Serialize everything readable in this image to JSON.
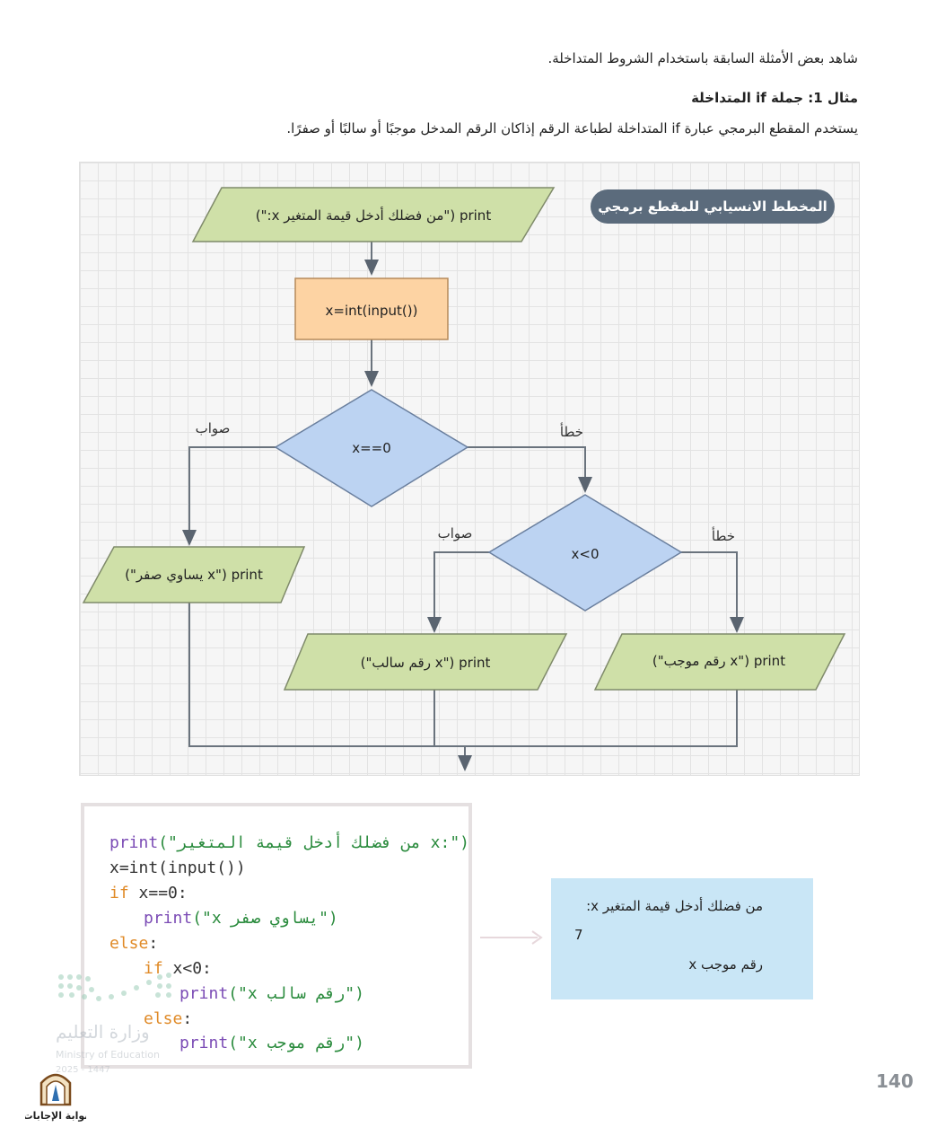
{
  "intro": "شاهد بعض الأمثلة السابقة باستخدام الشروط المتداخلة.",
  "example": {
    "title": "مثال 1: جملة if المتداخلة",
    "description": "يستخدم المقطع البرمجي عبارة if المتداخلة لطباعة الرقم إذاكان الرقم المدخل موجبًا أو سالبًا أو صفرًا."
  },
  "flowchart": {
    "badge": "المخطط الانسيابي للمقطع برمجي",
    "input_prompt": "print (\"من فضلك أدخل قيمة المتغير x:\")",
    "process": "x=int(input())",
    "cond1": "x==0",
    "cond2": "x<0",
    "true_label": "صواب",
    "false_label": "خطأ",
    "out_zero": "print (\"x يساوي صفر\")",
    "out_negative": "print (\"x رقم سالب\")",
    "out_positive": "print (\"x رقم موجب\")",
    "colors": {
      "parallelogram": "#cfe0a8",
      "process": "#fdd3a3",
      "decision": "#bcd3f2",
      "badge": "#5b6b7c"
    }
  },
  "code": {
    "l1_fn": "print",
    "l1_str": "(\"من فضلك أدخل قيمة المتغير x:\")",
    "l2": "x=int(input())",
    "l3_kw": "if",
    "l3_rest": " x==0:",
    "l4_fn": "print",
    "l4_str": "(\"x يساوي صفر\")",
    "l5_kw": "else",
    "l5_rest": ":",
    "l6_kw": "if",
    "l6_rest": " x<0:",
    "l7_fn": "print",
    "l7_str": "(\"x رقم سالب\")",
    "l8_kw": "else",
    "l8_rest": ":",
    "l9_fn": "print",
    "l9_str": "(\"x رقم موجب\")"
  },
  "output": {
    "line1": "من فضلك أدخل قيمة المتغير x:",
    "line2": "7",
    "line3": "x رقم موجب"
  },
  "watermark": {
    "arabic": "وزارة التعليم",
    "english": "Ministry of Education",
    "year": "2025 - 1447"
  },
  "page_number": "140",
  "logo_text": "بوابة الإجابات"
}
